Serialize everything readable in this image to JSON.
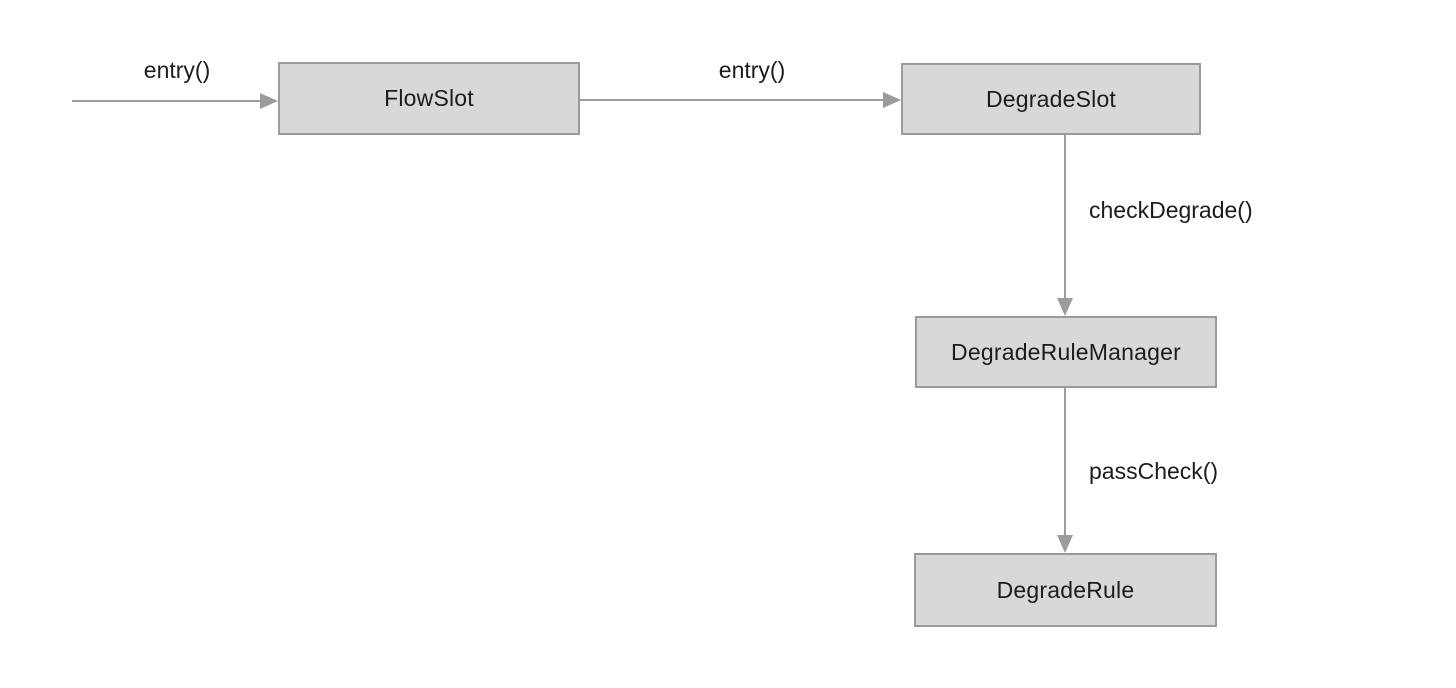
{
  "diagram": {
    "nodes": [
      {
        "id": "flow-slot",
        "label": "FlowSlot"
      },
      {
        "id": "degrade-slot",
        "label": "DegradeSlot"
      },
      {
        "id": "degrade-rule-manager",
        "label": "DegradeRuleManager"
      },
      {
        "id": "degrade-rule",
        "label": "DegradeRule"
      }
    ],
    "edges": [
      {
        "from": "external",
        "to": "flow-slot",
        "label": "entry()"
      },
      {
        "from": "flow-slot",
        "to": "degrade-slot",
        "label": "entry()"
      },
      {
        "from": "degrade-slot",
        "to": "degrade-rule-manager",
        "label": "checkDegrade()"
      },
      {
        "from": "degrade-rule-manager",
        "to": "degrade-rule",
        "label": "passCheck()"
      }
    ],
    "colors": {
      "background": "#ffffff",
      "node_fill": "#d8d8d8",
      "node_border": "#9b9b9b",
      "arrow": "#9b9b9b",
      "text": "#1c1c1c"
    }
  }
}
